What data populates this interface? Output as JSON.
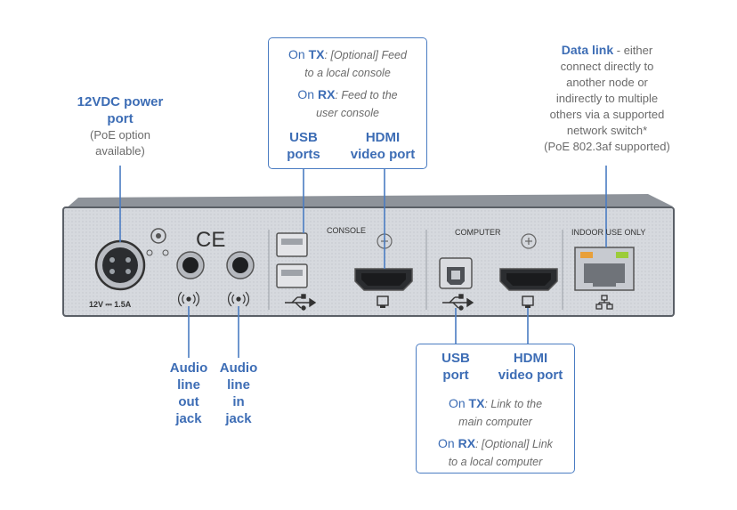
{
  "callouts": {
    "power": {
      "title_1": "12VDC power",
      "title_2": "port",
      "note_1": "(PoE option",
      "note_2": "available)"
    },
    "console_box": {
      "tx_prefix": "On ",
      "tx_kw": "TX",
      "tx_text_1": ": [Optional] Feed",
      "tx_text_2": "to a local console",
      "rx_prefix": "On ",
      "rx_kw": "RX",
      "rx_text_1": ": Feed to the",
      "rx_text_2": "user console",
      "usb_1": "USB",
      "usb_2": "ports",
      "hdmi_1": "HDMI",
      "hdmi_2": "video port"
    },
    "data_link": {
      "bold": "Data link",
      "rest": " - either",
      "lines": [
        "connect directly to",
        "another node or",
        "indirectly to multiple",
        "others via a supported",
        "network switch*",
        "(PoE 802.3af supported)"
      ]
    },
    "audio_out": [
      "Audio",
      "line",
      "out",
      "jack"
    ],
    "audio_in": [
      "Audio",
      "line",
      "in",
      "jack"
    ],
    "computer_box": {
      "usb_1": "USB",
      "usb_2": "port",
      "hdmi_1": "HDMI",
      "hdmi_2": "video port",
      "tx_prefix": "On ",
      "tx_kw": "TX",
      "tx_text_1": ": Link to the",
      "tx_text_2": "main computer",
      "rx_prefix": "On ",
      "rx_kw": "RX",
      "rx_text_1": ": [Optional] Link",
      "rx_text_2": "to a local computer"
    }
  },
  "panel": {
    "console_label": "CONSOLE",
    "computer_label": "COMPUTER",
    "indoor_label": "INDOOR USE ONLY",
    "ce_mark": "CE",
    "power_rating": "12V ⎓ 1.5A"
  },
  "colors": {
    "accent": "#3d6db5",
    "box_border": "#4a7cc2",
    "panel": "#d3d6dc",
    "panel_top": "#8e939a"
  }
}
